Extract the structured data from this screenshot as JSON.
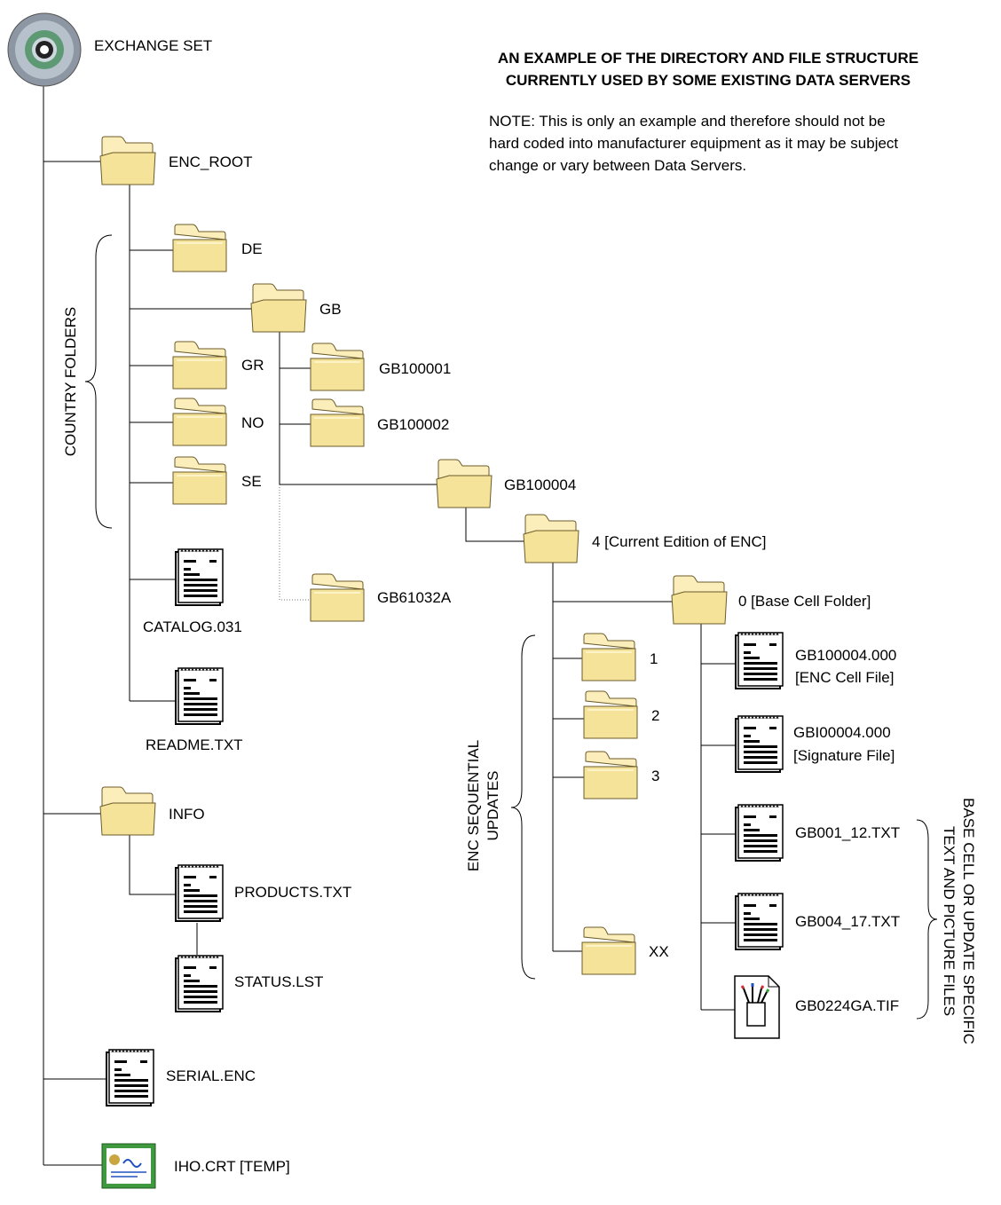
{
  "header": {
    "title_line1": "AN EXAMPLE OF THE DIRECTORY AND FILE STRUCTURE",
    "title_line2": "CURRENTLY USED BY SOME EXISTING DATA SERVERS",
    "note_line1": "NOTE: This is only an example and therefore should not be",
    "note_line2": "hard coded into manufacturer equipment as it may be subject",
    "note_line3": "change or vary between Data Servers."
  },
  "root": {
    "label": "EXCHANGE SET",
    "icon": "cd-disc-icon"
  },
  "nodes": {
    "enc_root": "ENC_ROOT",
    "de": "DE",
    "gb": "GB",
    "gr": "GR",
    "no": "NO",
    "se": "SE",
    "gb100001": "GB100001",
    "gb100002": "GB100002",
    "gb100004": "GB100004",
    "gb61032a": "GB61032A",
    "edition": "4 [Current Edition of ENC]",
    "base_cell": "0 [Base Cell Folder]",
    "upd1": "1",
    "upd2": "2",
    "upd3": "3",
    "updxx": "XX",
    "cell_file_l1": "GB100004.000",
    "cell_file_l2": "[ENC Cell File]",
    "sig_file_l1": "GBI00004.000",
    "sig_file_l2": "[Signature File]",
    "txt1": "GB001_12.TXT",
    "txt2": "GB004_17.TXT",
    "tif": "GB0224GA.TIF",
    "catalog": "CATALOG.031",
    "readme": "README.TXT",
    "info": "INFO",
    "products": "PRODUCTS.TXT",
    "status": "STATUS.LST",
    "serial": "SERIAL.ENC",
    "iho": "IHO.CRT [TEMP]"
  },
  "brackets": {
    "country": "COUNTRY FOLDERS",
    "updates_l1": "ENC SEQUENTIAL",
    "updates_l2": "UPDATES",
    "files_l1": "BASE CELL OR UPDATE SPECIFIC",
    "files_l2": "TEXT AND PICTURE FILES"
  },
  "colors": {
    "folder_fill": "#f6e39a",
    "folder_tab": "#fbeebb",
    "folder_stroke": "#6b5b2a",
    "line": "#000000"
  }
}
